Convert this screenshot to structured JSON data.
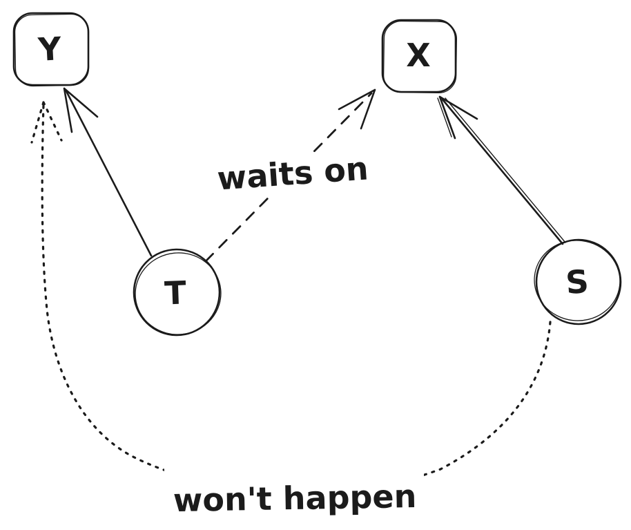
{
  "canvas": {
    "background": "#ffffff",
    "stroke_color": "#1b1b1b"
  },
  "nodes": [
    {
      "id": "Y",
      "label": "Y",
      "shape": "rounded-square",
      "position": "top-left"
    },
    {
      "id": "X",
      "label": "X",
      "shape": "rounded-square",
      "position": "top-right"
    },
    {
      "id": "T",
      "label": "T",
      "shape": "circle",
      "position": "middle-left"
    },
    {
      "id": "S",
      "label": "S",
      "shape": "circle",
      "position": "middle-right"
    }
  ],
  "edges": [
    {
      "from": "T",
      "to": "Y",
      "style": "solid",
      "label": ""
    },
    {
      "from": "T",
      "to": "X",
      "style": "dashed",
      "label": "waits on"
    },
    {
      "from": "S",
      "to": "X",
      "style": "solid",
      "label": ""
    },
    {
      "from": "S",
      "to": "Y",
      "style": "dotted",
      "label": "won't happen"
    }
  ]
}
